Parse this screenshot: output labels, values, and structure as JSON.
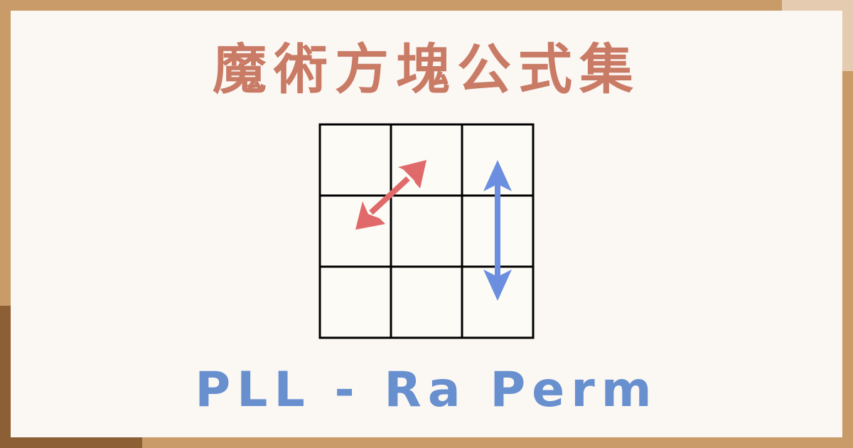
{
  "header": {
    "title": "魔術方塊公式集"
  },
  "diagram": {
    "grid_rows": 3,
    "grid_cols": 3,
    "colors": {
      "grid_line": "#000000",
      "cell_fill": "#fcfbf6",
      "swap_arrow_diagonal": "#e06a6a",
      "swap_arrow_vertical": "#6b8ee0"
    },
    "arrows": [
      {
        "name": "diagonal-swap",
        "color": "#e06a6a",
        "from_cell": "middle-left",
        "to_cell": "top-middle"
      },
      {
        "name": "vertical-swap",
        "color": "#6b8ee0",
        "from_cell": "top-right",
        "to_cell": "bottom-right"
      }
    ]
  },
  "footer": {
    "subtitle": "PLL - Ra Perm"
  },
  "theme": {
    "background": "#c99b68",
    "card": "#fbf7f3",
    "accent_light": "#e5cbb0",
    "accent_dark": "#8d5f34",
    "title_color": "#c97b66",
    "subtitle_color": "#6890cf"
  }
}
